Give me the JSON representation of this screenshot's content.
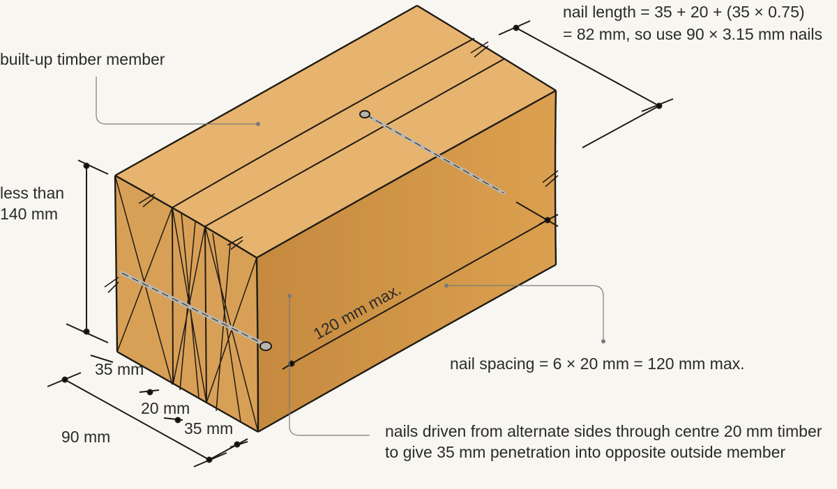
{
  "colors": {
    "background": "#f8f6f1",
    "timber_top": "#e6b46e",
    "timber_end": "#d8a057",
    "timber_side_dark": "#c58a3f",
    "timber_side_light": "#dba04f",
    "ink": "#1f1a14",
    "leader": "#7a7a7a",
    "nail": "#b9b6b0"
  },
  "labels": {
    "member": "built-up timber member",
    "height": "less than 140 mm",
    "nail_length_1": "nail length = 35 + 20 + (35 × 0.75)",
    "nail_length_2": "= 82 mm, so use 90 × 3.15 mm nails",
    "spacing_dim": "120 mm max.",
    "spacing_note": "nail spacing = 6 × 20 mm = 120 mm max.",
    "outer_thickness_left": "35 mm",
    "centre_thickness": "20 mm",
    "outer_thickness_right": "35 mm",
    "width": "90 mm",
    "nailing_note": "nails driven from alternate sides through centre 20 mm timber to give 35 mm penetration into opposite outside member"
  }
}
